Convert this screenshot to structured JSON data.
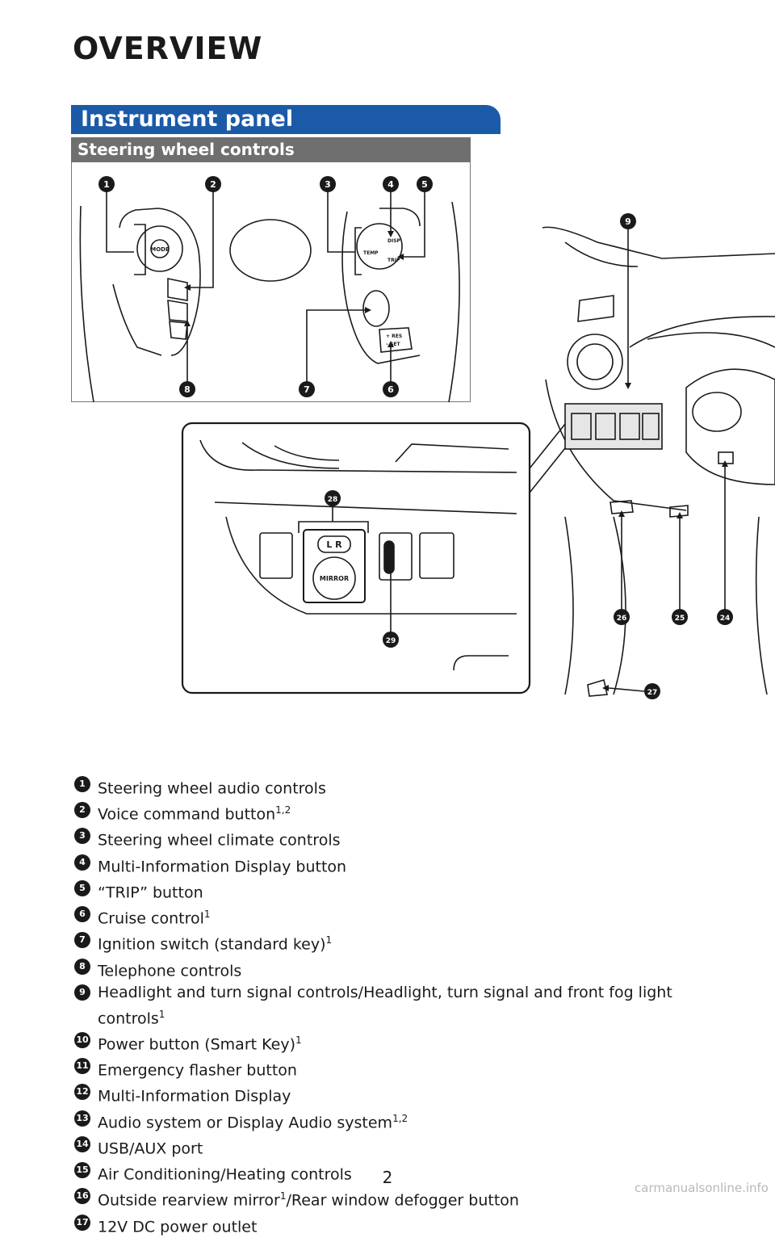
{
  "page_title": "OVERVIEW",
  "section_title": "Instrument panel",
  "subsection_title": "Steering wheel controls",
  "figure": {
    "steering_callouts": [
      "1",
      "2",
      "3",
      "4",
      "5",
      "8",
      "7",
      "6"
    ],
    "dash_callouts": [
      "9",
      "26",
      "25",
      "24",
      "27"
    ],
    "inset_callouts": [
      "28",
      "29"
    ],
    "button_labels": {
      "mode": "MODE",
      "temp": "TEMP",
      "disp": "DISP",
      "trip": "TRIP",
      "res": "+ RES",
      "set": "– SET",
      "mirror_lr": "L  R",
      "mirror": "MIRROR"
    }
  },
  "legend": [
    {
      "num": "1",
      "text": "Steering wheel audio controls",
      "sup": ""
    },
    {
      "num": "2",
      "text": "Voice command button",
      "sup": "1,2"
    },
    {
      "num": "3",
      "text": "Steering wheel climate controls",
      "sup": ""
    },
    {
      "num": "4",
      "text": "Multi-Information Display button",
      "sup": ""
    },
    {
      "num": "5",
      "text": "“TRIP” button",
      "sup": ""
    },
    {
      "num": "6",
      "text": "Cruise control",
      "sup": "1"
    },
    {
      "num": "7",
      "text": "Ignition switch (standard key)",
      "sup": "1"
    },
    {
      "num": "8",
      "text": "Telephone controls",
      "sup": ""
    },
    {
      "num": "9",
      "text": "Headlight and turn signal controls/Headlight, turn signal and front fog light controls",
      "sup": "1"
    },
    {
      "num": "10",
      "text": "Power button (Smart Key)",
      "sup": "1"
    },
    {
      "num": "11",
      "text": "Emergency flasher button",
      "sup": ""
    },
    {
      "num": "12",
      "text": "Multi-Information Display",
      "sup": ""
    },
    {
      "num": "13",
      "text": "Audio system or Display Audio system",
      "sup": "1,2"
    },
    {
      "num": "14",
      "text": "USB/AUX port",
      "sup": ""
    },
    {
      "num": "15",
      "text": "Air Conditioning/Heating controls",
      "sup": ""
    },
    {
      "num": "16",
      "text": "Outside rearview mirror",
      "sup": "1",
      "tail": "/Rear window defogger button"
    },
    {
      "num": "17",
      "text": "12V DC power outlet",
      "sup": ""
    }
  ],
  "page_number": "2",
  "watermark": "carmanualsonline.info"
}
